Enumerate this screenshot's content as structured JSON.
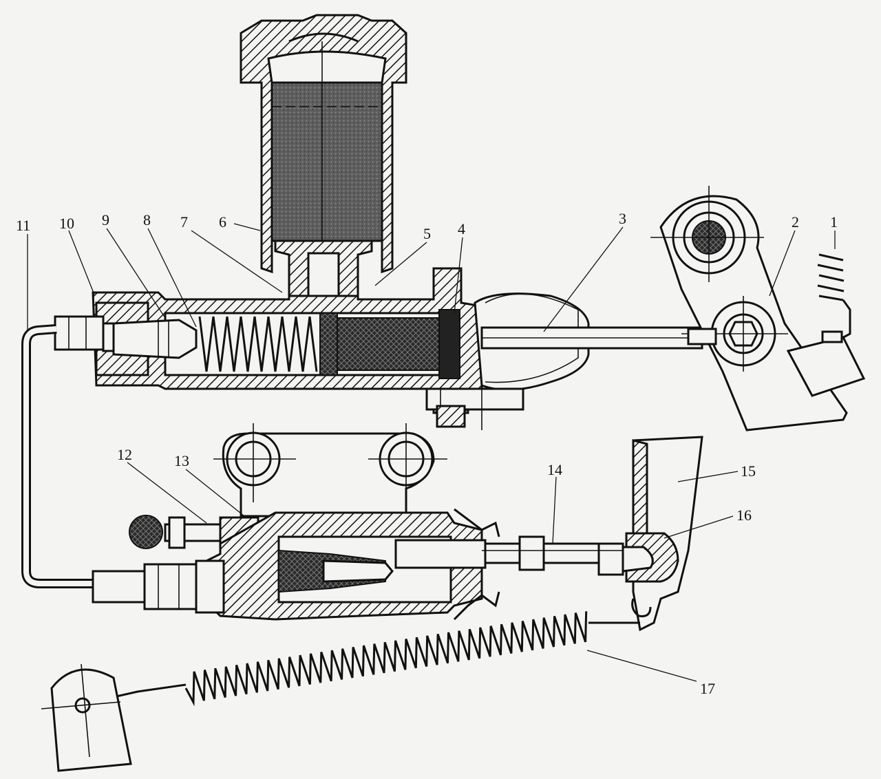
{
  "callouts": {
    "c1": "1",
    "c2": "2",
    "c3": "3",
    "c4": "4",
    "c5": "5",
    "c6": "6",
    "c7": "7",
    "c8": "8",
    "c9": "9",
    "c10": "10",
    "c11": "11",
    "c12": "12",
    "c13": "13",
    "c14": "14",
    "c15": "15",
    "c16": "16",
    "c17": "17"
  },
  "colors": {
    "ink": "#111111",
    "paper": "#f4f4f2",
    "fluid": "#6e6e6e"
  }
}
